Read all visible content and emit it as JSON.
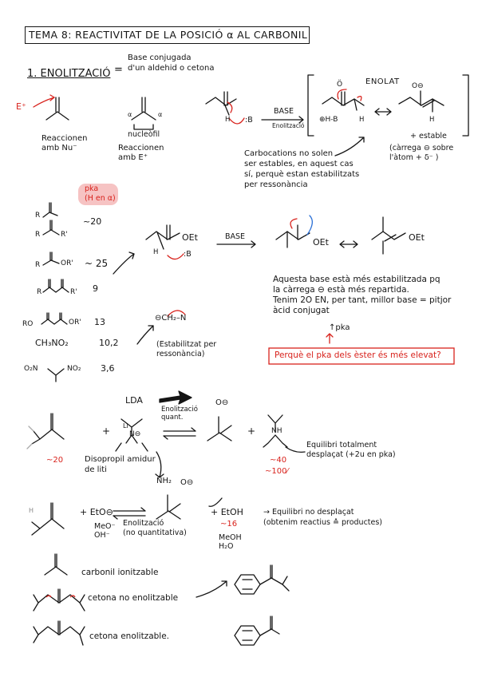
{
  "title": "TEMA 8: REACTIVITAT DE LA POSICIÓ α AL CARBONIL",
  "section1": {
    "heading": "1. ENOLITZACIÓ",
    "equals": "=",
    "definition": "Base conjugada\nd'un aldehid o cetona"
  },
  "top": {
    "e_plus": "E⁺",
    "reac_nu": "Reaccionen\namb Nu⁻",
    "nucleofil": "nucleòfil",
    "reac_e": "Reaccionen\namb E⁺",
    "alpha": "α",
    "base_label": "BASE",
    "enolitzacio_small": "Enolització",
    "b_colon": ":B",
    "enolat": "ENOLAT",
    "hb": "⊕H-B",
    "h": "H",
    "mes_estable": "+ estable",
    "carrega_note": "(càrrega ⊖ sobre\nl'àtom + δ⁻ )",
    "carbocations_note": "Carbocations no solen\nser estables, en aquest cas\nsí, perquè estan estabilitzats\nper ressonància",
    "o_minus": "O⊖",
    "o_dots": "Ö"
  },
  "pka": {
    "badge": "pka\n(H en α)",
    "rows": [
      {
        "name": "aldehid",
        "value": "~20"
      },
      {
        "name": "cetona",
        "value": ""
      },
      {
        "name": "ester",
        "value": "~ 25"
      },
      {
        "name": "dicetona",
        "value": "9"
      },
      {
        "name": "malonat",
        "value": "13"
      },
      {
        "name": "nitrometa",
        "value": "10,2"
      },
      {
        "name": "dinitrometa",
        "value": "3,6"
      }
    ],
    "nitrometa_formula": "CH₃NO₂",
    "malonat_ro": "RO",
    "malonat_or": "OR'",
    "ester_r": "R",
    "ester_or": "OR'",
    "r_label": "R",
    "r_prime": "R'",
    "o2n": "O₂N",
    "no2": "NO₂",
    "ch2_n": "⊖CH₂–N",
    "estabilitzat": "(Estabilitzat per\nressonància)"
  },
  "ester_mech": {
    "oet": "OEt",
    "base_label": "BASE",
    "h": "H",
    "b": ":B",
    "explanation": "Aquesta base està més estabilitzada pq\nla càrrega ⊖ està més repartida.\nTenim 2O EN, per tant, millor base = pitjor\nàcid conjugat",
    "up_pka": "↑pka",
    "question": "Perquè el pka dels èster és més elevat?"
  },
  "lda": {
    "lda_label": "LDA",
    "enolitzacio_quant": "Enolització\nquant.",
    "n_minus": "N⊖",
    "li": "Li",
    "nh": "NH",
    "plus": "+",
    "disopropil": "Disopropil amidur\nde liti",
    "pka_ketone": "~20",
    "pka_amine": "~40",
    "displacement": "~100⁄",
    "equilibri_total": "Equilibri totalment\ndesplaçat (+2u en pka)",
    "nh2": "ÑH₂",
    "o_minus": "O⊖"
  },
  "ethoxide": {
    "eto": "+ EtO⊖",
    "eto_sub": "MeO⁻\nOH⁻",
    "enolitzacio_no": "Enolització\n(no quantitativa)",
    "etoh": "+ EtOH",
    "pka_etoh": "~16",
    "meoh": "MeOH\nH₂O",
    "equilibri_no": "→ Equilibri no desplaçat\n(obtenim reactius ≙ productes)",
    "h": "H"
  },
  "classes": {
    "carbonil": "carbonil ionitzable",
    "no_enol": "cetona no enolitzable",
    "enol": "cetona enolitzable."
  }
}
